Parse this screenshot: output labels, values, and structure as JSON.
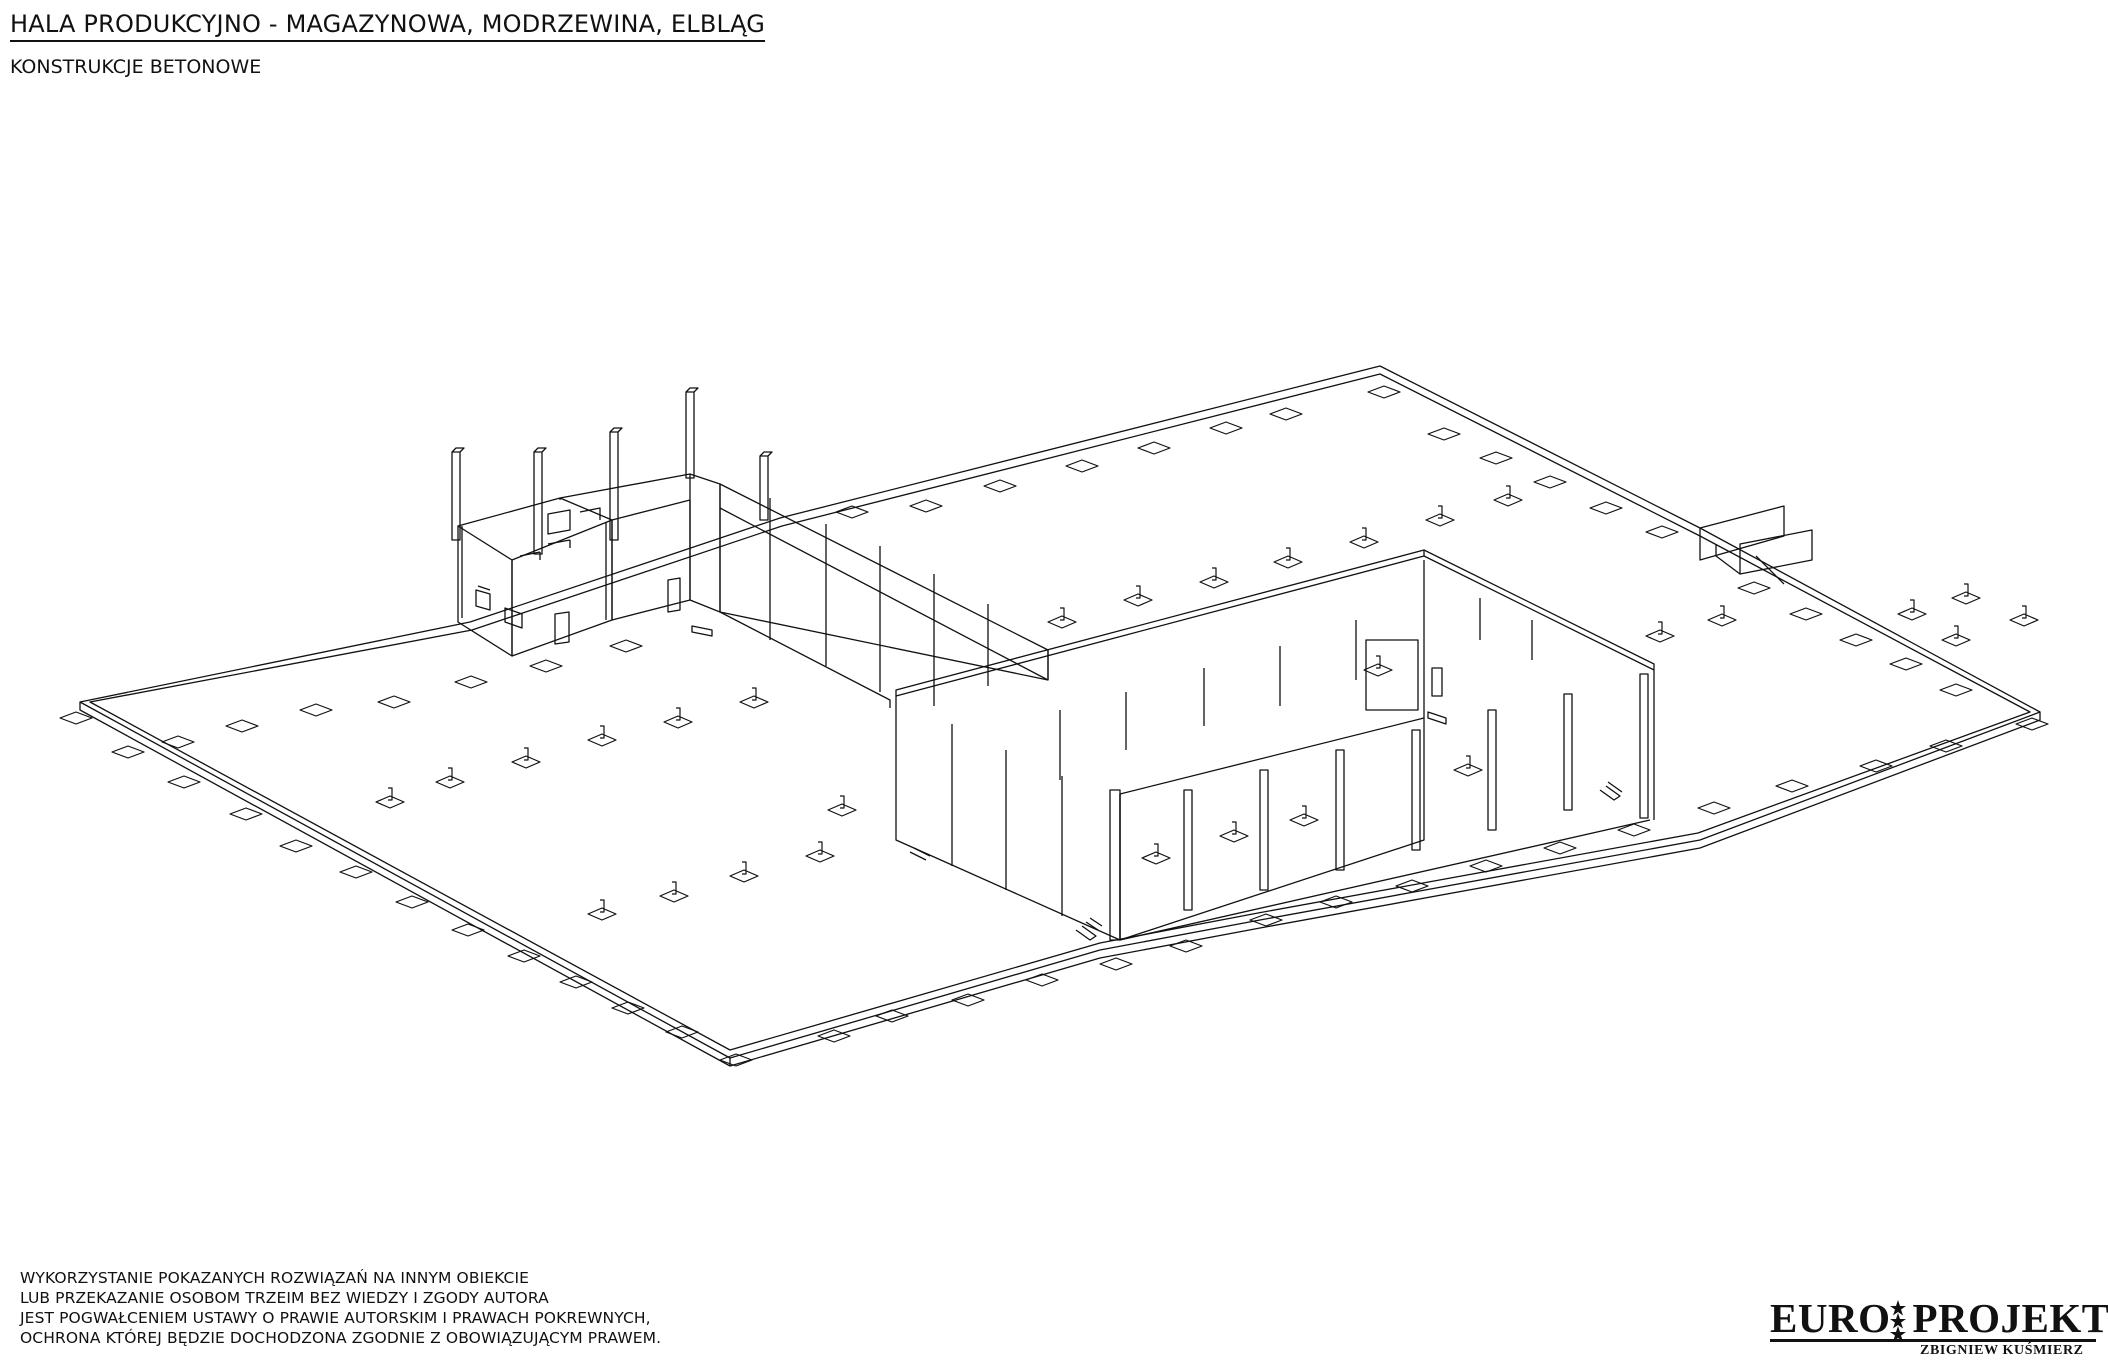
{
  "sheet": {
    "title": "HALA PRODUKCYJNO - MAGAZYNOWA, MODRZEWINA, ELBLĄG",
    "subtitle": "KONSTRUKCJE BETONOWE"
  },
  "notice": {
    "lines": [
      "WYKORZYSTANIE POKAZANYCH ROZWIĄZAŃ NA INNYM OBIEKCIE",
      "LUB PRZEKAZANIE OSOBOM TRZEIM  BEZ WIEDZY I ZGODY AUTORA",
      "JEST POGWAŁCENIEM USTAWY O PRAWIE AUTORSKIM I PRAWACH POKREWNYCH,",
      "OCHRONA KTÓREJ BĘDZIE DOCHODZONA ZGODNIE Z OBOWIĄZUJĄCYM PRAWEM."
    ]
  },
  "logo": {
    "left": "EURO",
    "right": "PROJEKT",
    "sub": "ZBIGNIEW KUŚMIERZ",
    "icon": "stars-icon"
  },
  "colors": {
    "line": "#111111",
    "background": "#ffffff"
  }
}
